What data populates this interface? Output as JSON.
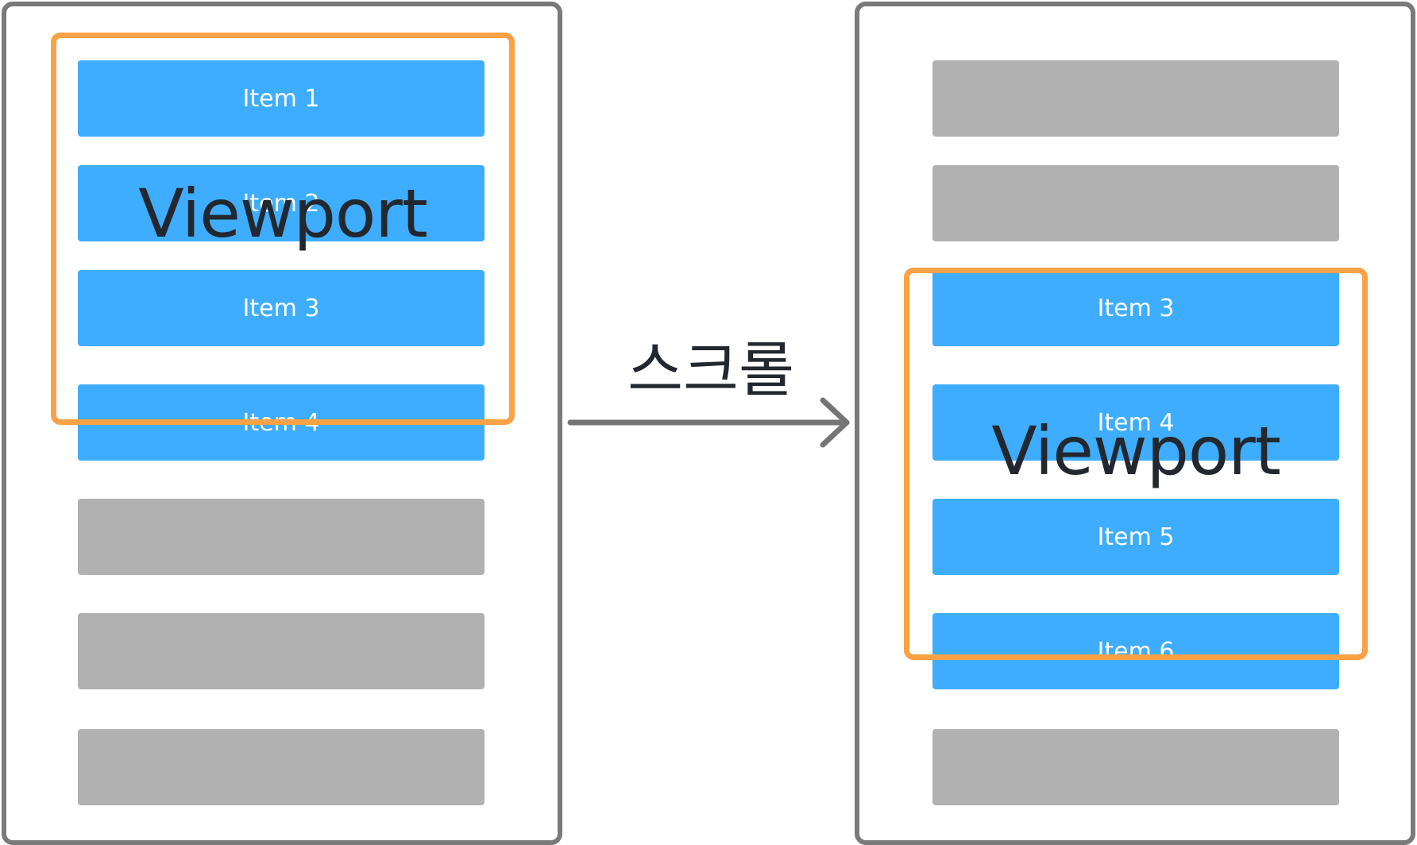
{
  "colors": {
    "active_item": "#3eadff",
    "inactive_item": "#b1b1b1",
    "viewport_border": "#f8a145",
    "panel_border": "#7a7a7a",
    "arrow": "#757575"
  },
  "left_panel": {
    "items": [
      {
        "label": "Item 1",
        "state": "active"
      },
      {
        "label": "Item 2",
        "state": "active"
      },
      {
        "label": "Item 3",
        "state": "active"
      },
      {
        "label": "Item 4",
        "state": "active"
      },
      {
        "label": "",
        "state": "inactive"
      },
      {
        "label": "",
        "state": "inactive"
      },
      {
        "label": "",
        "state": "inactive"
      }
    ],
    "viewport_label": "Viewport"
  },
  "right_panel": {
    "items": [
      {
        "label": "",
        "state": "inactive"
      },
      {
        "label": "",
        "state": "inactive"
      },
      {
        "label": "Item 3",
        "state": "active"
      },
      {
        "label": "Item 4",
        "state": "active"
      },
      {
        "label": "Item 5",
        "state": "active"
      },
      {
        "label": "Item 6",
        "state": "active"
      },
      {
        "label": "",
        "state": "inactive"
      }
    ],
    "viewport_label": "Viewport"
  },
  "transition": {
    "label": "스크롤",
    "icon": "right-arrow-icon"
  }
}
